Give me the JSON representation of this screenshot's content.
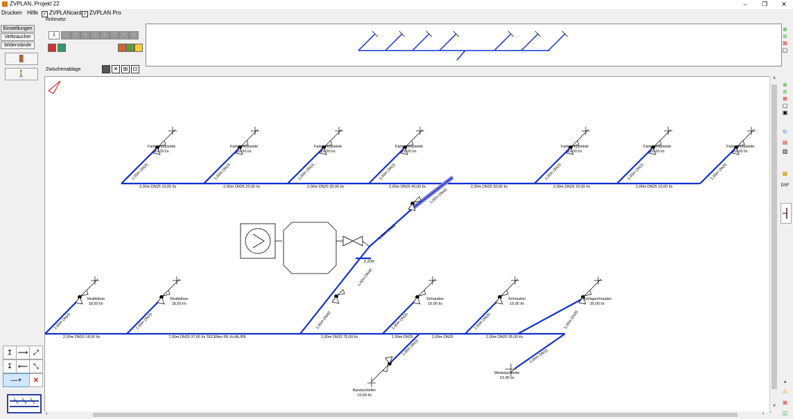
{
  "window": {
    "title": "ZVPLAN, Projekt 22",
    "minimize": "–",
    "restore": "❐",
    "close": "✕"
  },
  "menu": {
    "items": [
      "Drucken",
      "Hilfe"
    ],
    "checks": [
      {
        "label": "ZVPLANcard",
        "checked": true
      },
      {
        "label": "ZVPLAN Pro",
        "checked": true
      }
    ]
  },
  "left_panel": {
    "buttons": [
      "Einstellungen",
      "Verbraucher",
      "Widerstände"
    ],
    "rohrnetz_label": "Rohrnetz:",
    "slots": [
      "1",
      "2",
      "3",
      "4",
      "5",
      "6",
      "7",
      "8",
      "9"
    ],
    "zwischenablage_label": "Zwischenablage"
  },
  "diagram": {
    "upper_consumers": [
      {
        "name": "Farbspritzpistole",
        "flow": "10,00 l/s",
        "branch": "1,00m DN25"
      },
      {
        "name": "Farbspritzpistole",
        "flow": "10,00 l/s",
        "branch": "1,00m DN15"
      },
      {
        "name": "Farbspritzpistole",
        "flow": "10,00 l/s",
        "branch": "1,00m DN15"
      },
      {
        "name": "Farbspritzpistole",
        "flow": "10,00 l/s",
        "branch": "1,00m DN15"
      },
      {
        "name": "Farbspritzpistole",
        "flow": "10,00 l/s",
        "branch": "1,00m DN15"
      },
      {
        "name": "Farbspritzpistole",
        "flow": "10,00 l/s",
        "branch": "1,00m DN15"
      },
      {
        "name": "Farbspritzpistole",
        "flow": "10,00 l/s",
        "branch": "1,00m DN25"
      }
    ],
    "upper_main_labels": [
      "2,00m DN25  10,00 l/s",
      "2,00m DN25  20,00 l/s",
      "2,00m DN25  30,00 l/s",
      "2,00m DN25  40,00 l/s",
      "2,00m DN25  30,00 l/s",
      "2,00m DN25  20,00 l/s",
      "2,00m DN25  10,00 l/s"
    ],
    "riser_labels": [
      "1,00m DN40",
      "1,00m DN40",
      "1,00m DN40",
      "1,00m DN40"
    ],
    "compressor_pipe_label": "0,20m",
    "lower_consumers": [
      {
        "name": "Strahldüse",
        "flow": "18,50 l/s",
        "branch": "1,00m DN20"
      },
      {
        "name": "Strahldüse",
        "flow": "18,50 l/s",
        "branch": "1,00m DN20"
      },
      {
        "name": "Schrauber",
        "flow": "15,00 l/s",
        "branch": "1,00m DN20"
      },
      {
        "name": "Schrauber",
        "flow": "15,00 l/s",
        "branch": "1,00m DN20"
      },
      {
        "name": "Schlagschrauber",
        "flow": "25,00 l/s",
        "branch": "1,00m DN25"
      }
    ],
    "lower_main_labels": [
      "2,00m DN20  18,50 l/s",
      "7,00m DN25  37,00 l/s TECEflex PE-Xc/AL/PE",
      "2,00m DN32  75,00 l/s",
      "1,00m DN25",
      "1,00m DN25",
      "2,00m DN25  35,00 l/s"
    ],
    "below_consumers": [
      {
        "name": "Bandschleifer",
        "flow": "10,00 l/s",
        "branch": "1,00m DN15"
      },
      {
        "name": "Winkelschleifer",
        "flow": "10,00 l/s",
        "branch": "1,00m DN15"
      }
    ]
  },
  "colors": {
    "pipe": "#1030d0",
    "selected_pipe": "#8a8ad0",
    "accent": "#e03030"
  }
}
